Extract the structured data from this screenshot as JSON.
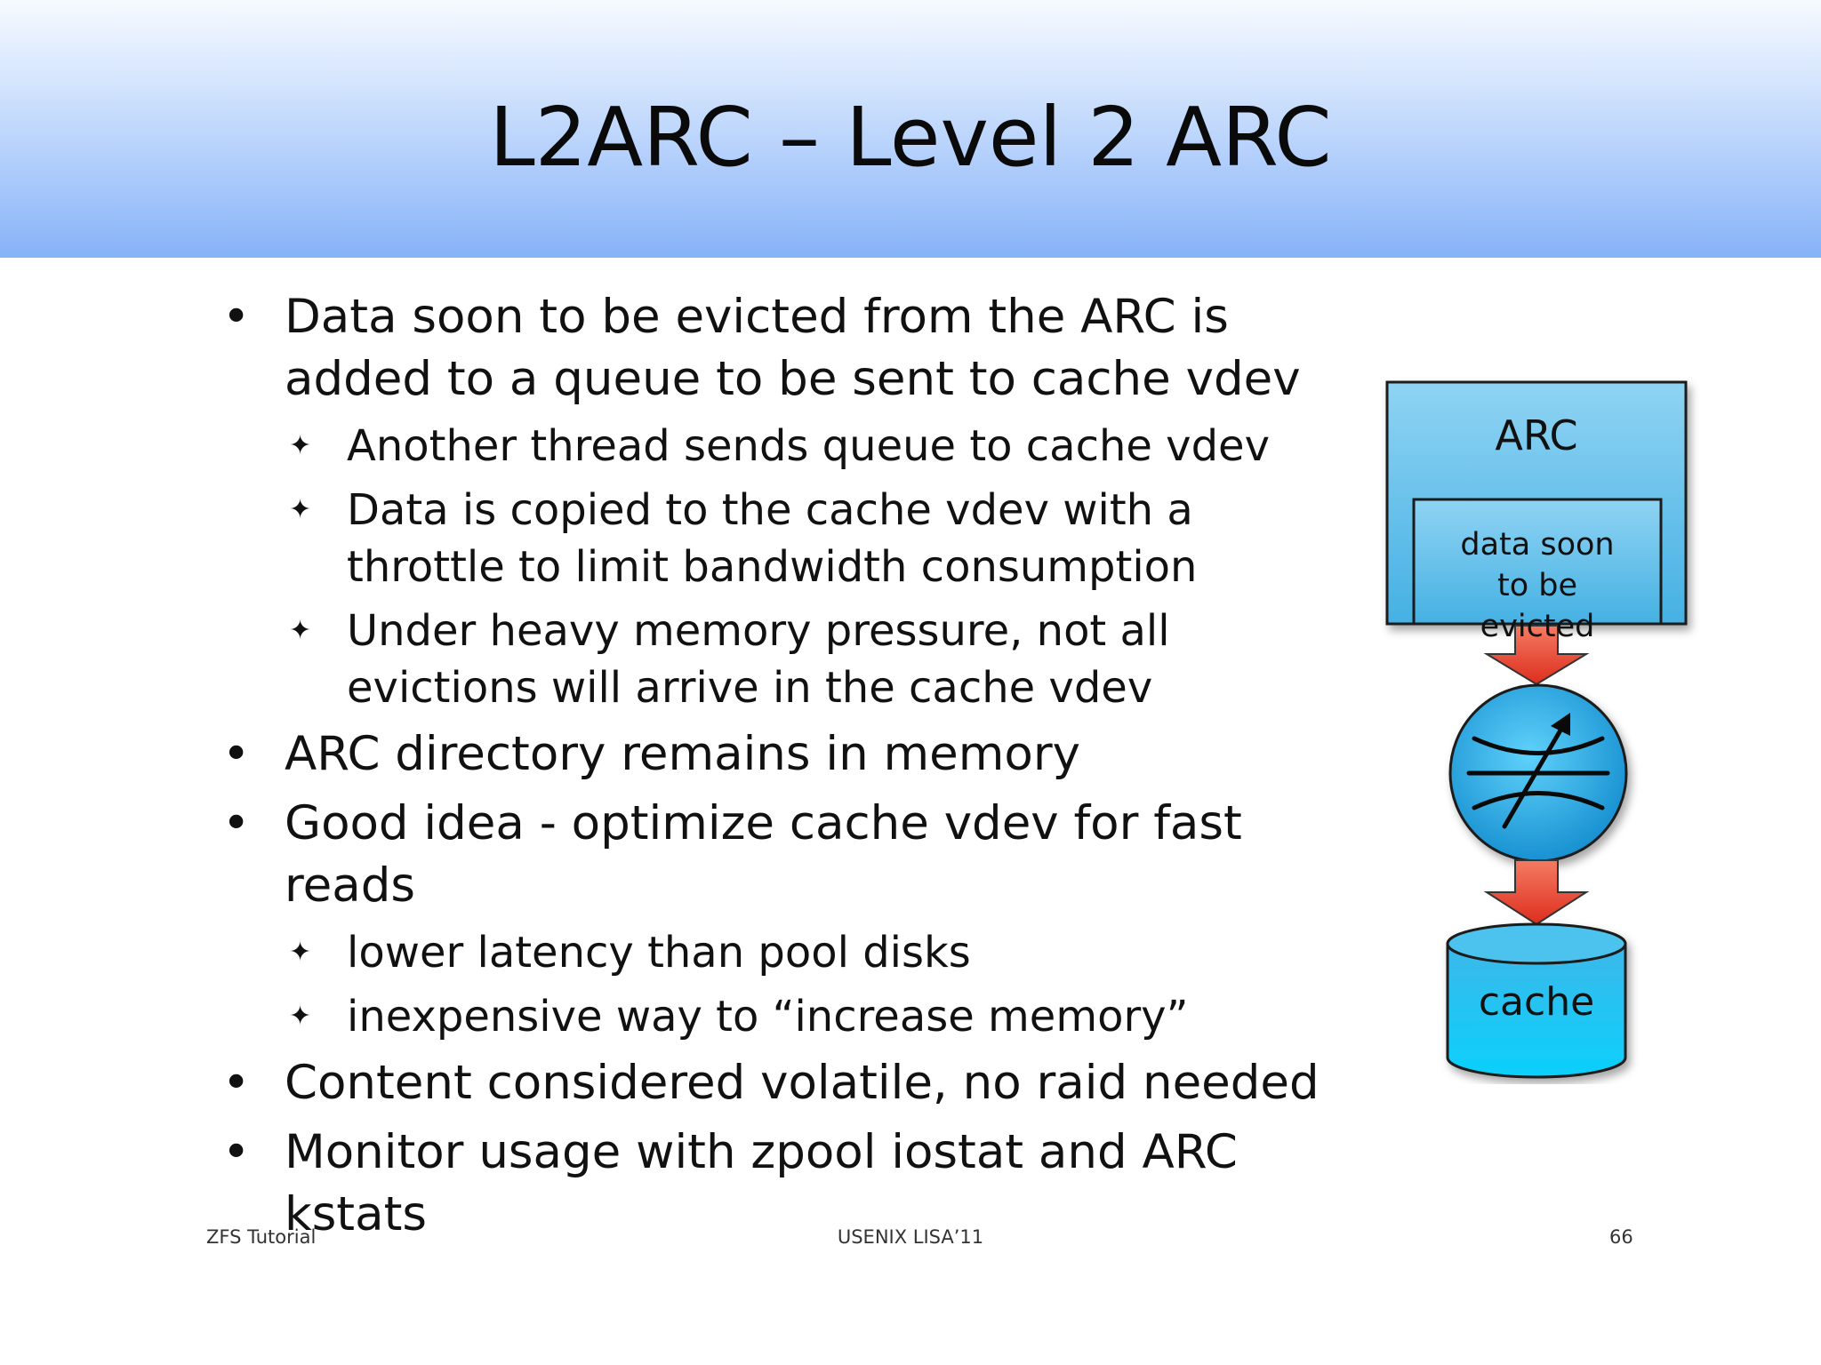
{
  "title": "L2ARC – Level 2 ARC",
  "bullets": [
    "Data soon to be evicted from the ARC is added to a queue to be sent to cache vdev",
    "Another thread sends queue to cache vdev",
    "Data is copied to the cache vdev with a throttle to limit bandwidth consumption",
    "Under heavy memory pressure, not all evictions will arrive in the cache vdev",
    "ARC directory remains in memory",
    "Good idea - optimize cache vdev for fast reads",
    "lower latency than pool disks",
    "inexpensive way to “increase memory”",
    "Content considered volatile, no raid needed",
    "Monitor usage with zpool iostat and ARC kstats"
  ],
  "diagram": {
    "arc_label": "ARC",
    "evict_label": "data soon to be evicted",
    "cache_label": "cache",
    "throttle_icon": "throttle-icon",
    "arrow_color": "#e8412c",
    "box_color": "#5cbde8"
  },
  "footer": {
    "left": "ZFS Tutorial",
    "center": "USENIX LISA’11",
    "right": "66"
  }
}
